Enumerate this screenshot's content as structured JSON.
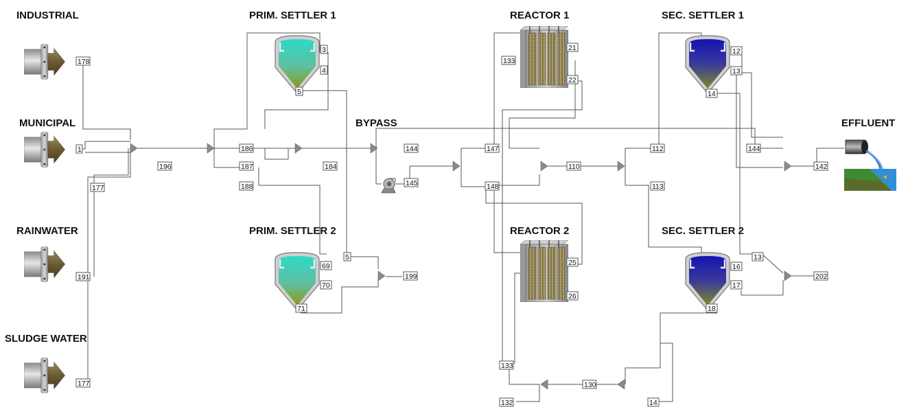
{
  "sections": {
    "industrial": "INDUSTRIAL",
    "municipal": "MUNICIPAL",
    "rainwater": "RAINWATER",
    "sludge_water": "SLUDGE WATER",
    "prim_settler_1": "PRIM. SETTLER 1",
    "prim_settler_2": "PRIM. SETTLER 2",
    "bypass": "BYPASS",
    "reactor_1": "REACTOR 1",
    "reactor_2": "REACTOR 2",
    "sec_settler_1": "SEC. SETTLER 1",
    "sec_settler_2": "SEC. SETTLER 2",
    "effluent": "EFFLUENT"
  },
  "tags": {
    "t178": "178",
    "t1": "1",
    "t177a": "177",
    "t191": "191",
    "t177b": "177",
    "t196": "196",
    "t186": "186",
    "t187": "187",
    "t188": "188",
    "t184": "184",
    "t3": "3",
    "t4": "4",
    "t5a": "5",
    "t5b": "5",
    "t69": "69",
    "t70": "70",
    "t71": "71",
    "t199": "199",
    "t144a": "144",
    "t145": "145",
    "t147": "147",
    "t148": "148",
    "t133a": "133",
    "t21": "21",
    "t22": "22",
    "t25": "25",
    "t26": "26",
    "t110": "110",
    "t112": "112",
    "t113": "113",
    "t12": "12",
    "t13a": "13",
    "t14a": "14",
    "t16": "16",
    "t17": "17",
    "t18": "18",
    "t144b": "144",
    "t142": "142",
    "t13b": "13",
    "t202": "202",
    "t133b": "133",
    "t132": "132",
    "t130": "130",
    "t14b": "14"
  },
  "colors": {
    "pipe": "#555555",
    "joint": "#8a8a8a",
    "influent_arrow": "#6b5a33",
    "primary_liquid": "#2ecfc0",
    "primary_sludge": "#8a9a1a",
    "secondary_liquid": "#1a1aa8",
    "secondary_sludge": "#6a7a28",
    "reactor_media": "#8a7a40"
  },
  "icons": {
    "influent": "influent-pipe-icon",
    "primary_settler": "primary-clarifier-icon",
    "secondary_settler": "secondary-clarifier-icon",
    "reactor": "activated-sludge-reactor-icon",
    "pump": "pump-icon",
    "effluent": "effluent-outfall-icon"
  }
}
